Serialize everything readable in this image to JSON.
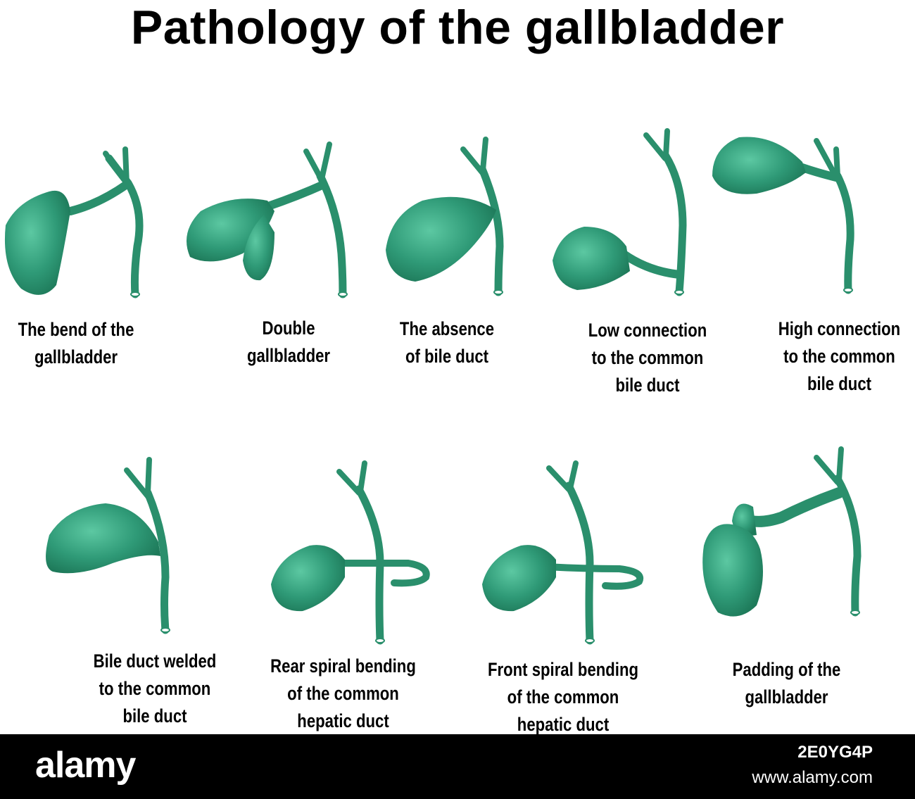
{
  "title": "Pathology of the gallbladder",
  "colors": {
    "organ": "#2f9a77",
    "organ_light": "#5cc8a2",
    "organ_dark": "#1e7a5a",
    "footer": "#000000"
  },
  "items": [
    {
      "label_lines": [
        "The bend of the",
        "gallbladder"
      ]
    },
    {
      "label_lines": [
        "Double",
        "gallbladder"
      ]
    },
    {
      "label_lines": [
        "The absence",
        "of bile duct"
      ]
    },
    {
      "label_lines": [
        "Low connection",
        "to the common",
        "bile duct"
      ]
    },
    {
      "label_lines": [
        "High connection",
        "to the common",
        "bile duct"
      ]
    },
    {
      "label_lines": [
        "Bile duct welded",
        "to the common",
        "bile duct"
      ]
    },
    {
      "label_lines": [
        "Rear spiral bending",
        "of the common",
        "hepatic duct"
      ]
    },
    {
      "label_lines": [
        "Front spiral bending",
        "of the common",
        "hepatic duct"
      ]
    },
    {
      "label_lines": [
        "Padding of the",
        "gallbladder"
      ]
    }
  ],
  "footer": {
    "logo": "alamy",
    "image_id": "2E0YG4P",
    "site": "www.alamy.com"
  }
}
